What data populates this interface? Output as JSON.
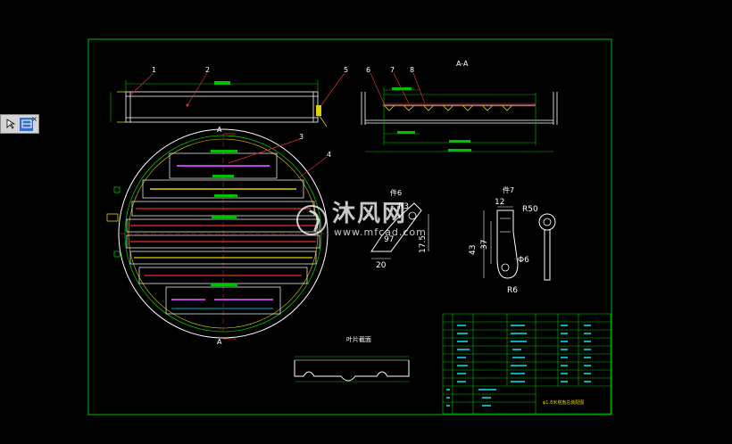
{
  "drawing": {
    "colors": {
      "background": "#000000",
      "frame": "#00c000",
      "outline": "#ffffff",
      "green": "#00c000",
      "red": "#e03030",
      "yellow": "#e0d000",
      "magenta": "#c040e0",
      "cyan": "#00b0b0"
    },
    "callouts": [
      "1",
      "2",
      "3",
      "4",
      "5",
      "6",
      "7",
      "8"
    ],
    "section_labels": {
      "aa": "A-A",
      "a_top": "A",
      "a_bottom": "A"
    },
    "details": {
      "part6_title": "件6",
      "part7_title": "件7",
      "blade_section_title": "叶片截面"
    },
    "dimensions": {
      "p6_r3": "R3",
      "p6_97": "97",
      "p6_175": "17.5",
      "p6_20": "20",
      "p7_12": "12",
      "p7_r50": "R50",
      "p7_37": "37",
      "p7_43": "43",
      "p7_phi6": "Φ6",
      "p7_r6": "R6"
    }
  },
  "toolbar": {
    "tools": [
      "pointer-tool-icon",
      "layer-tool-icon"
    ],
    "close_label": "×"
  },
  "watermark": {
    "text_cn": "沐风网",
    "url": "www.mfcad.com"
  },
  "title_block": {
    "drawing_title": "φ1.8米塔盘总装配图"
  }
}
